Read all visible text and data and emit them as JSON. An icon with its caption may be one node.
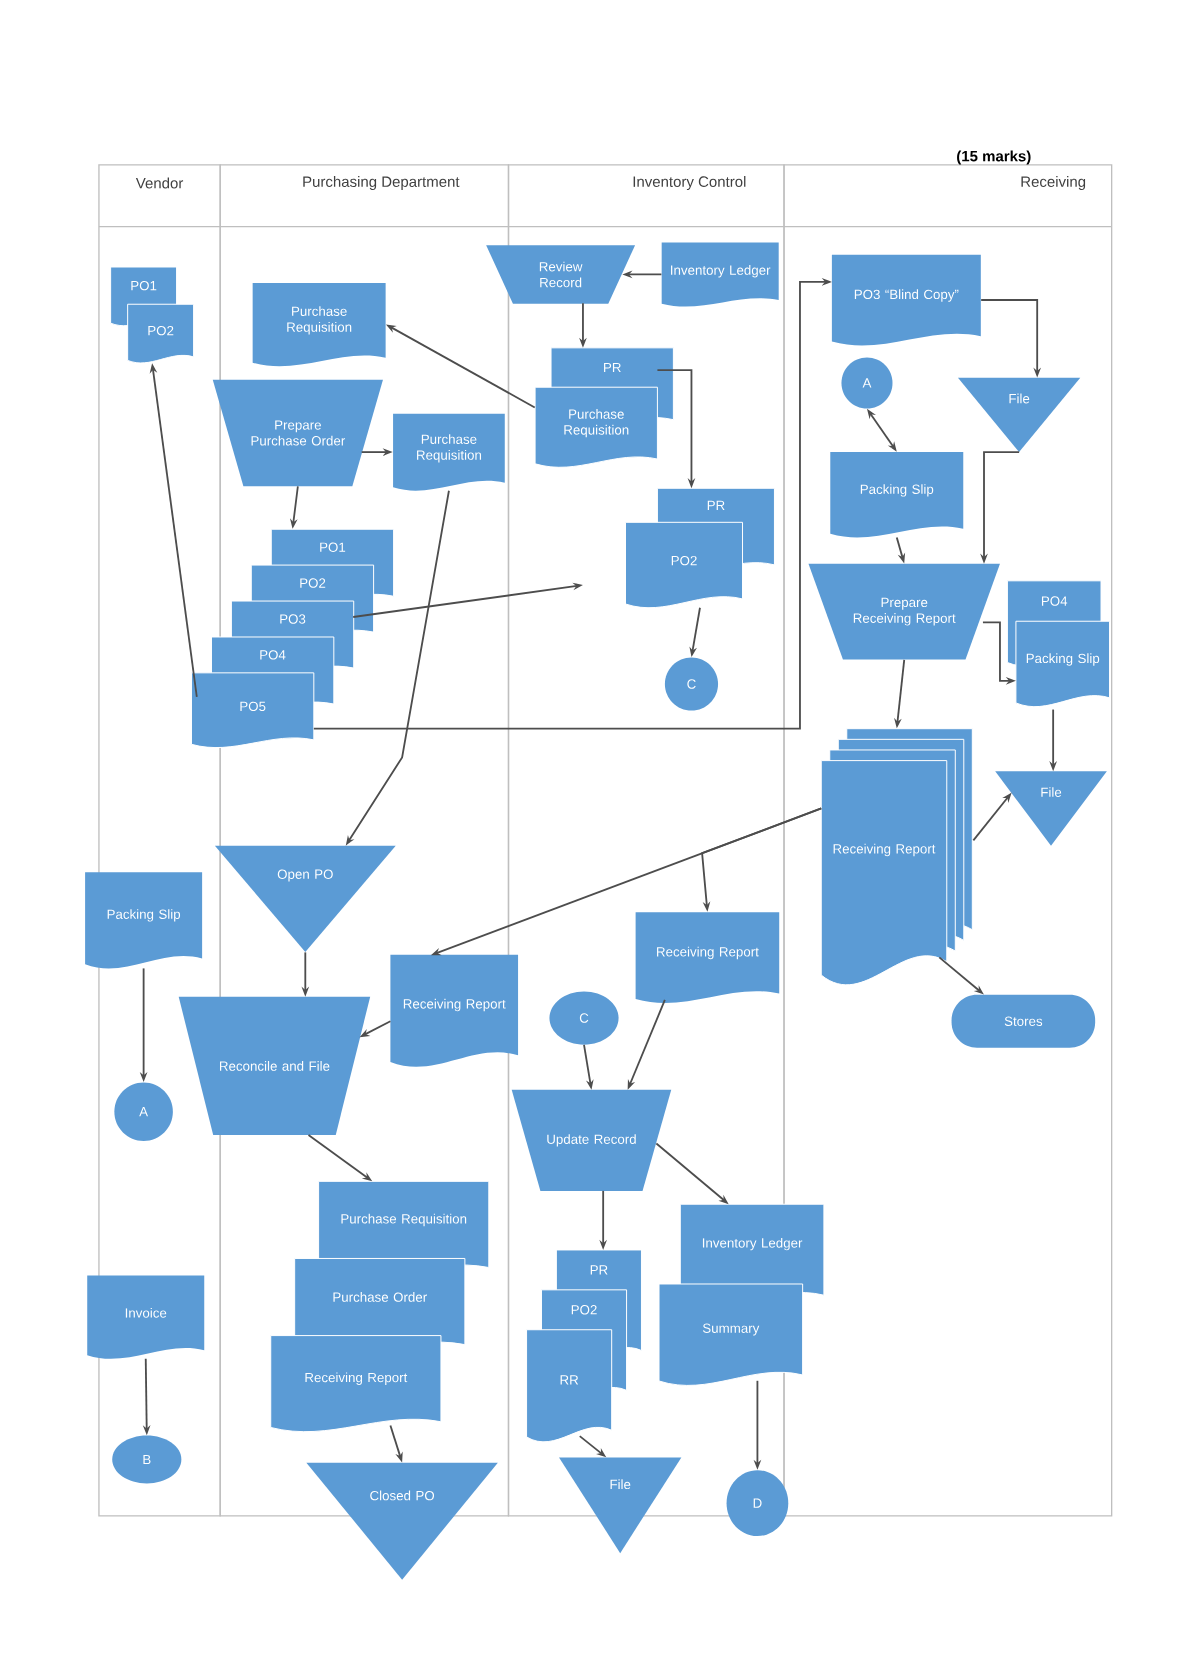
{
  "diagram": {
    "nodes": [
      {
        "text": [
          "Vendor"
        ]
      },
      {
        "text": [
          "Purchasing Department"
        ]
      },
      {
        "text": [
          "Inventory Control"
        ]
      },
      {
        "text": [
          "Receiving"
        ]
      },
      {
        "text": [
          "PO1",
          "PO2"
        ],
        "in": 0
      },
      {
        "text": [
          "Purchase Requisition"
        ],
        "in": 1
      },
      {
        "text": [
          "Prepare Purchase Order"
        ],
        "in": 1
      },
      {
        "text": [
          "Purchase Requisition"
        ],
        "in": 1
      },
      {
        "text": [
          "PO1",
          "PO2",
          "PO3",
          "PO4",
          "PO5"
        ]
      },
      {
        "text": [
          "Review Record"
        ]
      },
      {
        "text": [
          "Inventory Ledger"
        ],
        "in": 2
      },
      {
        "text": [
          "PR",
          "Purchase Requisition"
        ],
        "in": 2
      },
      {
        "text": [
          "PR",
          "PO2"
        ],
        "in": 2
      },
      {
        "text": [
          "C"
        ],
        "in": 2
      },
      {
        "text": [
          "PO3 “Blind Copy”"
        ],
        "in": 3
      },
      {
        "text": [
          "A"
        ],
        "in": 3
      },
      {
        "text": [
          "File"
        ],
        "in": 3
      },
      {
        "text": [
          "Packing Slip"
        ],
        "in": 3
      },
      {
        "text": [
          "Prepare Receiving Report"
        ],
        "in": 3
      },
      {
        "text": [
          "PO4",
          "Packing Slip"
        ],
        "in": 3
      },
      {
        "text": [
          "File"
        ],
        "in": 3
      },
      {
        "text": [
          "Receiving Report"
        ],
        "in": 3
      },
      {
        "text": [
          "Stores"
        ],
        "in": 3
      },
      {
        "text": [
          "Packing Slip"
        ]
      },
      {
        "text": [
          "Open PO"
        ],
        "in": 1
      },
      {
        "text": [
          "A"
        ],
        "in": 0
      },
      {
        "text": [
          "Reconcile and File"
        ]
      },
      {
        "text": [
          "Receiving Report"
        ]
      },
      {
        "text": [
          "Receiving Report"
        ],
        "in": 2
      },
      {
        "text": [
          "C"
        ],
        "in": 2
      },
      {
        "text": [
          "Update Record"
        ],
        "in": 2
      },
      {
        "text": [
          "Purchase Requisition",
          "Purchase Order",
          "Receiving Report"
        ],
        "in": 1
      },
      {
        "text": [
          "Inventory Ledger",
          "Summary"
        ]
      },
      {
        "text": [
          "PR",
          "PO2",
          "RR"
        ],
        "in": 2
      },
      {
        "text": [
          "Invoice"
        ]
      },
      {
        "text": [
          "B"
        ],
        "in": 0
      },
      {
        "text": [
          "Closed PO"
        ]
      },
      {
        "text": [
          "File"
        ]
      },
      {
        "text": [
          "D"
        ]
      }
    ],
    "edges": [
      {
        "from": 8,
        "to": 4,
        "arrow": "to"
      },
      {
        "from": 11,
        "to": 5,
        "arrow": "to"
      },
      {
        "from": 6,
        "to": 7,
        "arrow": "to"
      },
      {
        "from": 6,
        "to": 8,
        "arrow": "to"
      },
      {
        "from": 7,
        "to": 24,
        "arrow": "to"
      },
      {
        "from": 8,
        "to": 12,
        "arrow": "to"
      },
      {
        "from": 8,
        "to": 14,
        "arrow": "to"
      },
      {
        "from": 10,
        "to": 9,
        "arrow": "to"
      },
      {
        "from": 9,
        "to": 11,
        "arrow": "to"
      },
      {
        "from": 11,
        "to": 12,
        "arrow": "to"
      },
      {
        "from": 12,
        "to": 13,
        "arrow": "to"
      },
      {
        "from": 14,
        "to": 16,
        "arrow": "to"
      },
      {
        "from": 15,
        "to": 17,
        "arrow": "both"
      },
      {
        "from": 17,
        "to": 18,
        "arrow": "to"
      },
      {
        "from": 16,
        "to": 18,
        "arrow": "to"
      },
      {
        "from": 18,
        "to": 19,
        "arrow": "to"
      },
      {
        "from": 18,
        "to": 21,
        "arrow": "to"
      },
      {
        "from": 19,
        "to": 20,
        "arrow": "to"
      },
      {
        "from": 21,
        "to": 20,
        "arrow": "to"
      },
      {
        "from": 21,
        "to": 22,
        "arrow": "to"
      },
      {
        "from": 21,
        "to": 27,
        "arrow": "to"
      },
      {
        "from": 21,
        "to": 28,
        "arrow": "to"
      },
      {
        "from": 23,
        "to": 25,
        "arrow": "to"
      },
      {
        "from": 24,
        "to": 26,
        "arrow": "to"
      },
      {
        "from": 27,
        "to": 26,
        "arrow": "to"
      },
      {
        "from": 26,
        "to": 31,
        "arrow": "to"
      },
      {
        "from": 31,
        "to": 36,
        "arrow": "to"
      },
      {
        "from": 34,
        "to": 35,
        "arrow": "to"
      },
      {
        "from": 29,
        "to": 30,
        "arrow": "to"
      },
      {
        "from": 28,
        "to": 30,
        "arrow": "to"
      },
      {
        "from": 30,
        "to": 33,
        "arrow": "to"
      },
      {
        "from": 30,
        "to": 32,
        "arrow": "to"
      },
      {
        "from": 33,
        "to": 37,
        "arrow": "to"
      },
      {
        "from": 32,
        "to": 38,
        "arrow": "to"
      }
    ],
    "labels": [
      "(15 marks)"
    ]
  }
}
